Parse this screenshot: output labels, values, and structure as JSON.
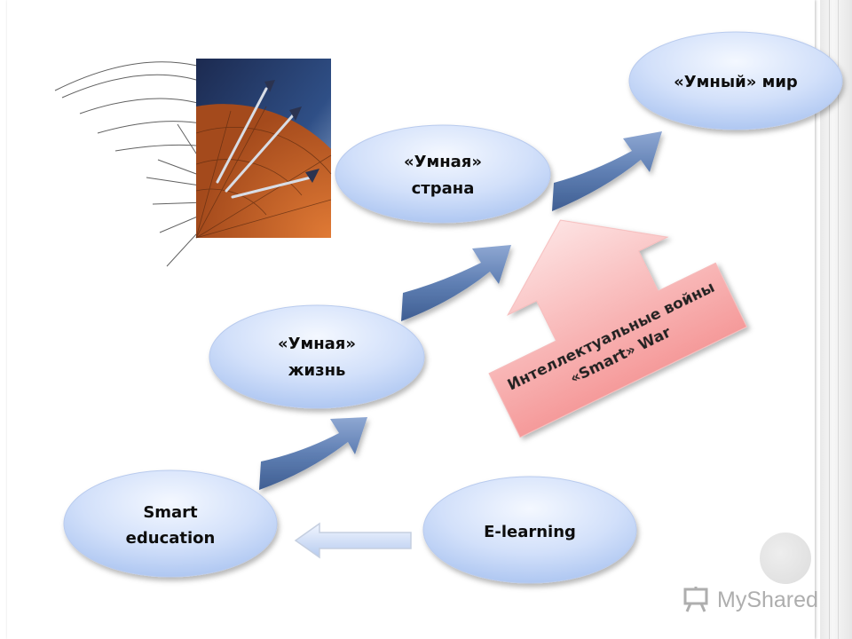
{
  "nodes": {
    "smart_world": "«Умный» мир",
    "smart_country_line1": "«Умная»",
    "smart_country_line2": "страна",
    "smart_life_line1": "«Умная»",
    "smart_life_line2": "жизнь",
    "smart_education_line1": "Smart",
    "smart_education_line2": "education",
    "elearning": "E-learning"
  },
  "war_arrow": {
    "line1": "Интеллектуальные войны",
    "line2": "«Smart» War"
  },
  "watermark": "MyShared",
  "colors": {
    "ellipse_light": "#eef4ff",
    "ellipse_dark": "#a9c3f0",
    "arrow_steel": "#5f7fb3",
    "war_pink": "#f6a9a9",
    "dartboard_orange": "#c9622a"
  }
}
